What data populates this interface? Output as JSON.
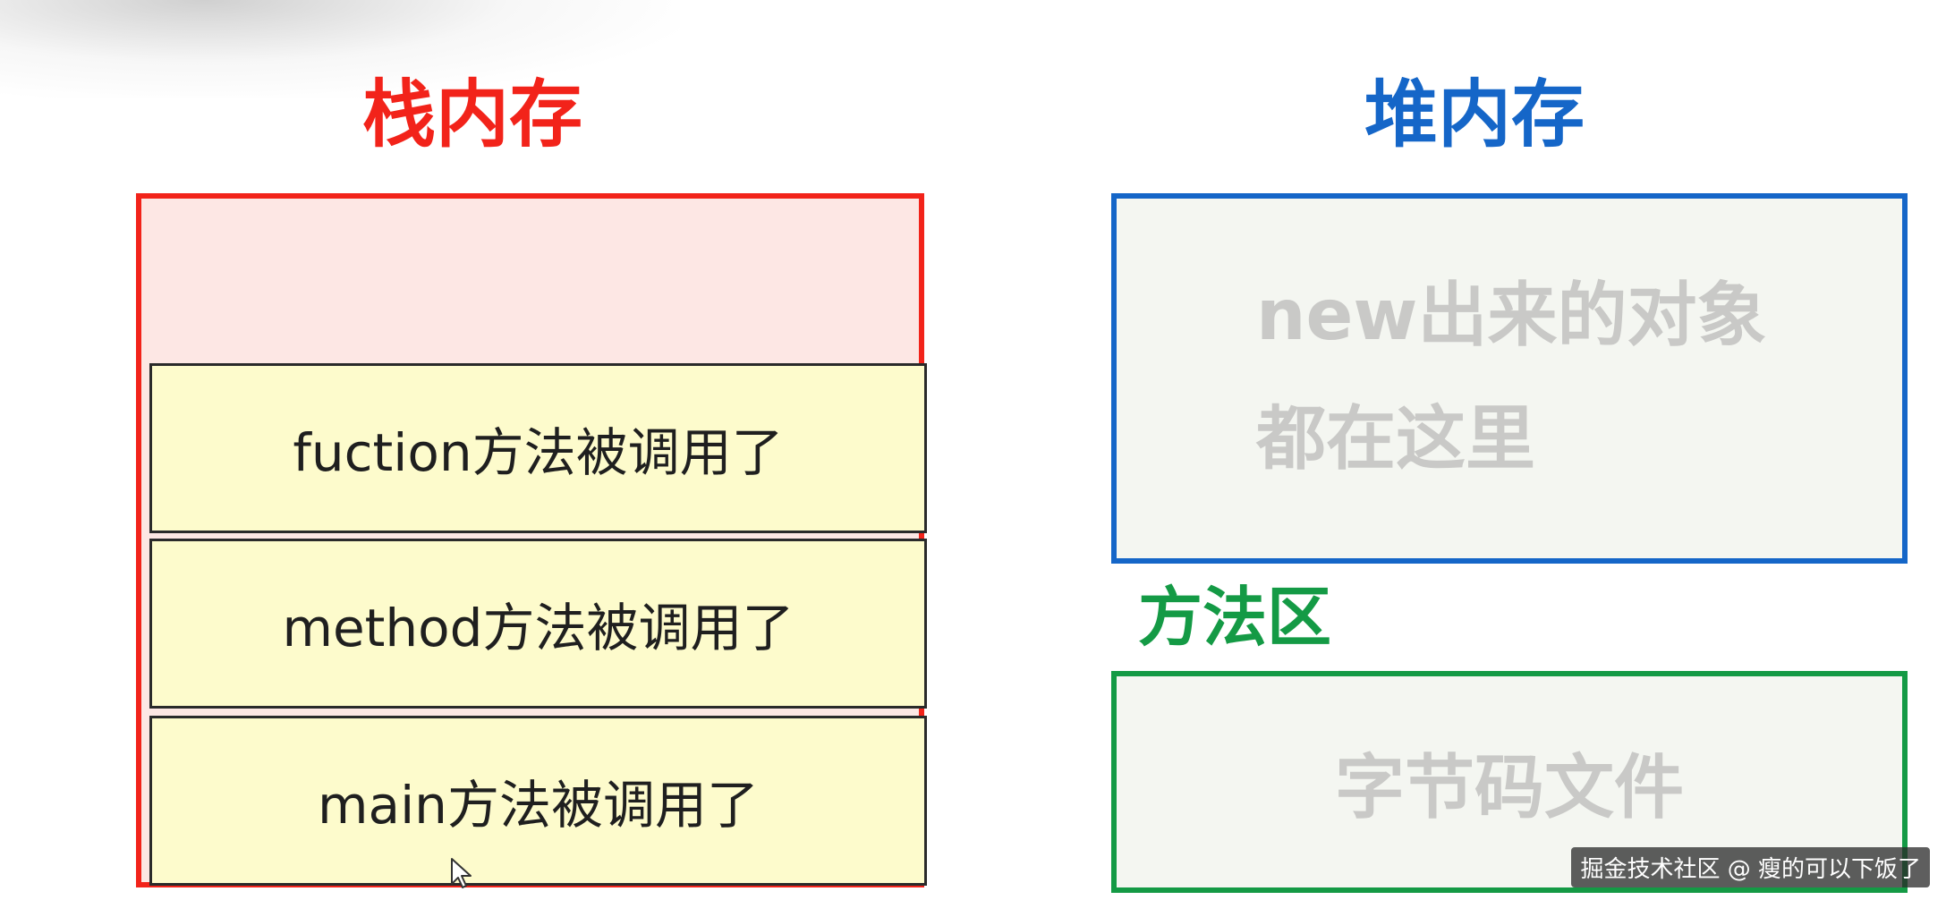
{
  "stack": {
    "title": "栈内存",
    "frames": [
      "fuction方法被调用了",
      "method方法被调用了",
      "main方法被调用了"
    ],
    "border_color": "#f2231a",
    "frame_fill": "#fdfbcc"
  },
  "heap": {
    "title": "堆内存",
    "line1": "new出来的对象",
    "line2": "都在这里",
    "border_color": "#1566c8"
  },
  "method_area": {
    "title": "方法区",
    "content": "字节码文件",
    "border_color": "#149a45"
  },
  "watermark": "掘金技术社区 @ 瘦的可以下饭了",
  "cursor_icon": "mouse-pointer-icon"
}
